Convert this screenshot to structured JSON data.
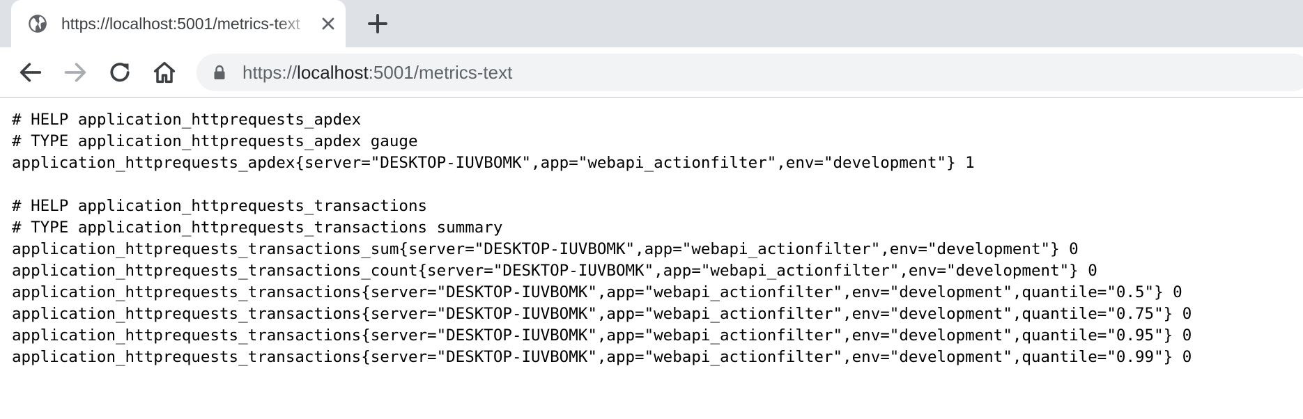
{
  "browser": {
    "tab": {
      "title": "https://localhost:5001/metrics-text",
      "favicon": "globe-icon",
      "close_icon": "close-icon"
    },
    "new_tab_icon": "plus-icon",
    "nav": {
      "back_icon": "back-arrow-icon",
      "forward_icon": "forward-arrow-icon",
      "reload_icon": "reload-icon",
      "home_icon": "home-icon"
    },
    "address_bar": {
      "lock_icon": "lock-icon",
      "scheme": "https://",
      "host": "localhost",
      "rest": ":5001/metrics-text"
    }
  },
  "page": {
    "lines": [
      "# HELP application_httprequests_apdex",
      "# TYPE application_httprequests_apdex gauge",
      "application_httprequests_apdex{server=\"DESKTOP-IUVBOMK\",app=\"webapi_actionfilter\",env=\"development\"} 1",
      "",
      "# HELP application_httprequests_transactions",
      "# TYPE application_httprequests_transactions summary",
      "application_httprequests_transactions_sum{server=\"DESKTOP-IUVBOMK\",app=\"webapi_actionfilter\",env=\"development\"} 0",
      "application_httprequests_transactions_count{server=\"DESKTOP-IUVBOMK\",app=\"webapi_actionfilter\",env=\"development\"} 0",
      "application_httprequests_transactions{server=\"DESKTOP-IUVBOMK\",app=\"webapi_actionfilter\",env=\"development\",quantile=\"0.5\"} 0",
      "application_httprequests_transactions{server=\"DESKTOP-IUVBOMK\",app=\"webapi_actionfilter\",env=\"development\",quantile=\"0.75\"} 0",
      "application_httprequests_transactions{server=\"DESKTOP-IUVBOMK\",app=\"webapi_actionfilter\",env=\"development\",quantile=\"0.95\"} 0",
      "application_httprequests_transactions{server=\"DESKTOP-IUVBOMK\",app=\"webapi_actionfilter\",env=\"development\",quantile=\"0.99\"} 0"
    ]
  }
}
